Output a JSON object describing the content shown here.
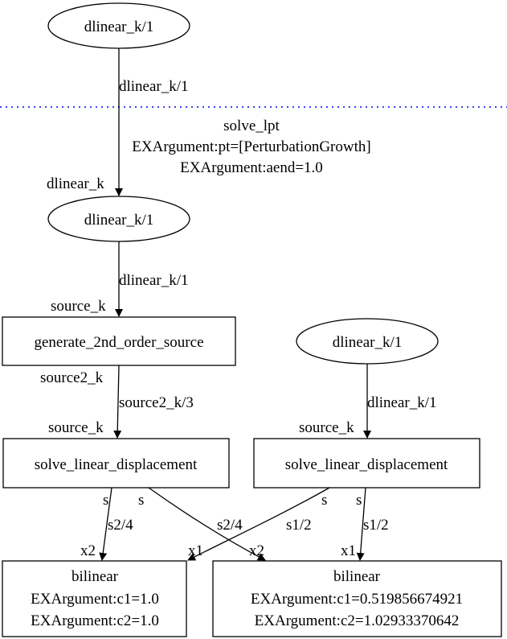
{
  "nodes": {
    "top_ellipse": {
      "label": "dlinear_k/1"
    },
    "mid_ellipse": {
      "label": "dlinear_k/1"
    },
    "right_ellipse": {
      "label": "dlinear_k/1"
    },
    "generate_box": {
      "label": "generate_2nd_order_source"
    },
    "solve_left": {
      "label": "solve_linear_displacement"
    },
    "solve_right": {
      "label": "solve_linear_displacement"
    },
    "bilinear_left": {
      "title": "bilinear",
      "line1": "EXArgument:c1=1.0",
      "line2": "EXArgument:c2=1.0"
    },
    "bilinear_right": {
      "title": "bilinear",
      "line1": "EXArgument:c1=0.519856674921",
      "line2": "EXArgument:c2=1.02933370642"
    }
  },
  "cluster_label": {
    "line1": "solve_lpt",
    "line2": "EXArgument:pt=[PerturbationGrowth]",
    "line3": "EXArgument:aend=1.0"
  },
  "edge_labels": {
    "top_to_mid": "dlinear_k/1",
    "top_to_mid_head": "dlinear_k",
    "mid_to_generate": "dlinear_k/1",
    "mid_to_generate_head": "source_k",
    "generate_to_solve_tail": "source2_k",
    "generate_to_solve": "source2_k/3",
    "generate_to_solve_head": "source_k",
    "right_to_solve": "dlinear_k/1",
    "right_to_solve_head": "source_k",
    "left_s_tail_a": "s",
    "left_s_tail_b": "s",
    "left_to_bl_left": "s2/4",
    "left_to_bl_left_head": "x2",
    "left_to_bl_right": "s2/4",
    "left_to_bl_right_head": "x2",
    "right_s_tail_a": "s",
    "right_s_tail_b": "s",
    "right_to_bl_left": "s1/2",
    "right_to_bl_left_head": "x1",
    "right_to_bl_right": "s1/2",
    "right_to_bl_right_head": "x1"
  },
  "colors": {
    "cluster_border": "#0000ff",
    "stroke": "#000000"
  }
}
